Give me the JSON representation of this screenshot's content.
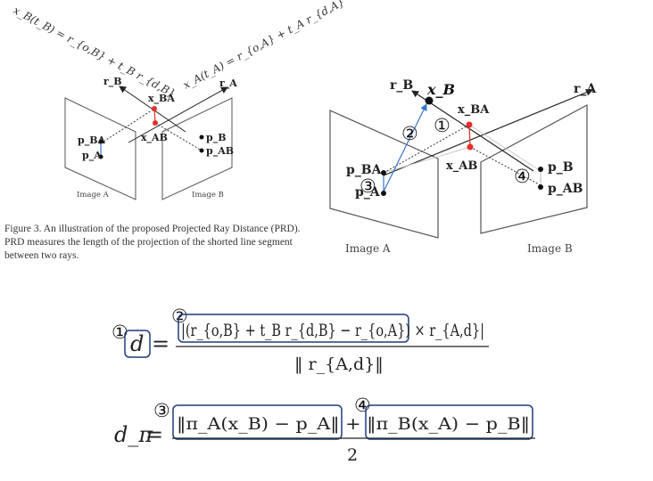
{
  "figure_left": {
    "ray_b_equation": "x_B(t_B) = r_{o,B} + t_B r_{d,B}",
    "ray_a_equation": "x_A(t_A) = r_{o,A} + t_A r_{d,A}",
    "label_rB": "r_B",
    "label_rA": "r_A",
    "label_xBA": "x_BA",
    "label_xAB": "x_AB",
    "label_pBA": "p_BA",
    "label_pA": "p_A",
    "label_pB": "p_B",
    "label_pAB": "p_AB",
    "image_a": "Image A",
    "image_b": "Image B"
  },
  "caption": "Figure 3. An illustration of the proposed Projected Ray Distance (PRD). PRD measures the length of the projection of the shorted line segment between two rays.",
  "figure_right": {
    "label_rB": "r_B",
    "label_xB": "x_B",
    "label_rA": "r_A",
    "label_xBA": "x_BA",
    "label_xAB": "x_AB",
    "label_pBA": "p_BA",
    "label_pA": "p_A",
    "label_pB": "p_B",
    "label_pAB": "p_AB",
    "image_a": "Image A",
    "image_b": "Image B"
  },
  "annotations": {
    "circle_1": "①",
    "circle_2": "②",
    "circle_3": "③",
    "circle_4": "④"
  },
  "equation_1": {
    "lhs": "d",
    "numerator": "|(r_{o,B} + t_B r_{d,B} − r_{o,A}) × r_{A,d}|",
    "denominator": "‖ r_{A,d}‖"
  },
  "equation_2": {
    "lhs": "d_π",
    "numerator": "‖π_A(x_B) − p_A‖ + ‖π_B(x_A) − p_B‖",
    "denominator": "2"
  },
  "colors": {
    "annotation_box": "#1f3d78",
    "ray_point": "#e0312a",
    "blue_arrow": "#3a76c7",
    "plane": "#555555"
  }
}
